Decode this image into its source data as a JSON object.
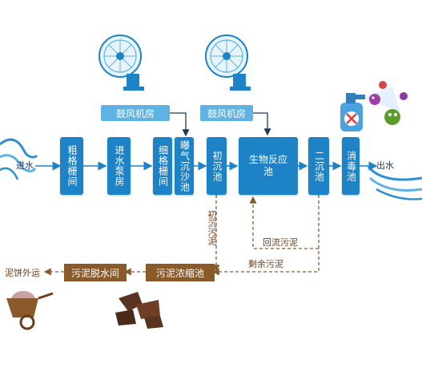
{
  "processes": {
    "coarse_screen": "粗格栅间",
    "intake_pump": "进水泵房",
    "fine_screen": "细格栅间",
    "aerated_grit": "曝气沉沙池",
    "primary_clarifier": "初沉池",
    "bioreactor": "生物反应池",
    "secondary_clarifier": "二沉池",
    "disinfection": "消毒池"
  },
  "blowers": {
    "left": "鼓风机房",
    "right": "鼓风机房"
  },
  "flow_labels": {
    "inlet": "进水",
    "outlet": "出水",
    "primary_sludge": "初沉污泥",
    "return_sludge": "回流污泥",
    "excess_sludge": "剩余污泥",
    "sludge_cake": "泥饼外运"
  },
  "sludge_processes": {
    "thickening": "污泥浓缩池",
    "dewatering": "污泥脱水间"
  },
  "colors": {
    "process_blue": "#1d82c6",
    "blower_blue": "#5fb3e4",
    "sludge_brown": "#8a5a2b"
  }
}
